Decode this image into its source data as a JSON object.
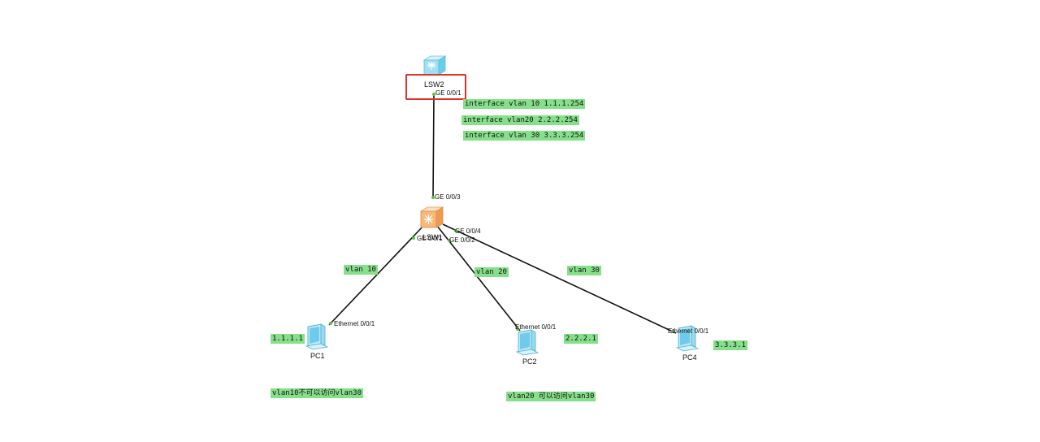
{
  "devices": {
    "lsw2": {
      "name": "LSW2"
    },
    "lsw1": {
      "name": "LSW1"
    },
    "pc1": {
      "name": "PC1"
    },
    "pc2": {
      "name": "PC2"
    },
    "pc4": {
      "name": "PC4"
    }
  },
  "ports": {
    "lsw2_ge001": "GE 0/0/1",
    "lsw1_ge003": "GE 0/0/3",
    "lsw1_ge004": "GE 0/0/4",
    "lsw1_ge001": "GE 0/0/1",
    "lsw1_ge002": "GE 0/0/2",
    "pc1_eth": "Ethernet 0/0/1",
    "pc2_eth": "Ethernet 0/0/1",
    "pc4_eth": "Ethernet 0/0/1"
  },
  "notes": {
    "iface_vlan10": "interface vlan 10 1.1.1.254",
    "iface_vlan20": "interface vlan20 2.2.2.254",
    "iface_vlan30": "interface vlan 30 3.3.3.254",
    "vlan10": "vlan 10",
    "vlan20": "vlan 20",
    "vlan30": "vlan 30",
    "pc1_ip": "1.1.1.1",
    "pc2_ip": "2.2.2.1",
    "pc4_ip": "3.3.3.1",
    "rule_vlan10": "vlan10不可以访问vlan30",
    "rule_vlan20": "vlan20 可以访问vlan30"
  },
  "colors": {
    "note_bg": "#86e08a",
    "highlight": "#e0302a",
    "port_dot": "#5bc23a"
  },
  "icons": {
    "lsw2": "l3-switch-blue-icon",
    "lsw1": "l3-switch-orange-icon",
    "pc": "pc-monitor-icon"
  }
}
